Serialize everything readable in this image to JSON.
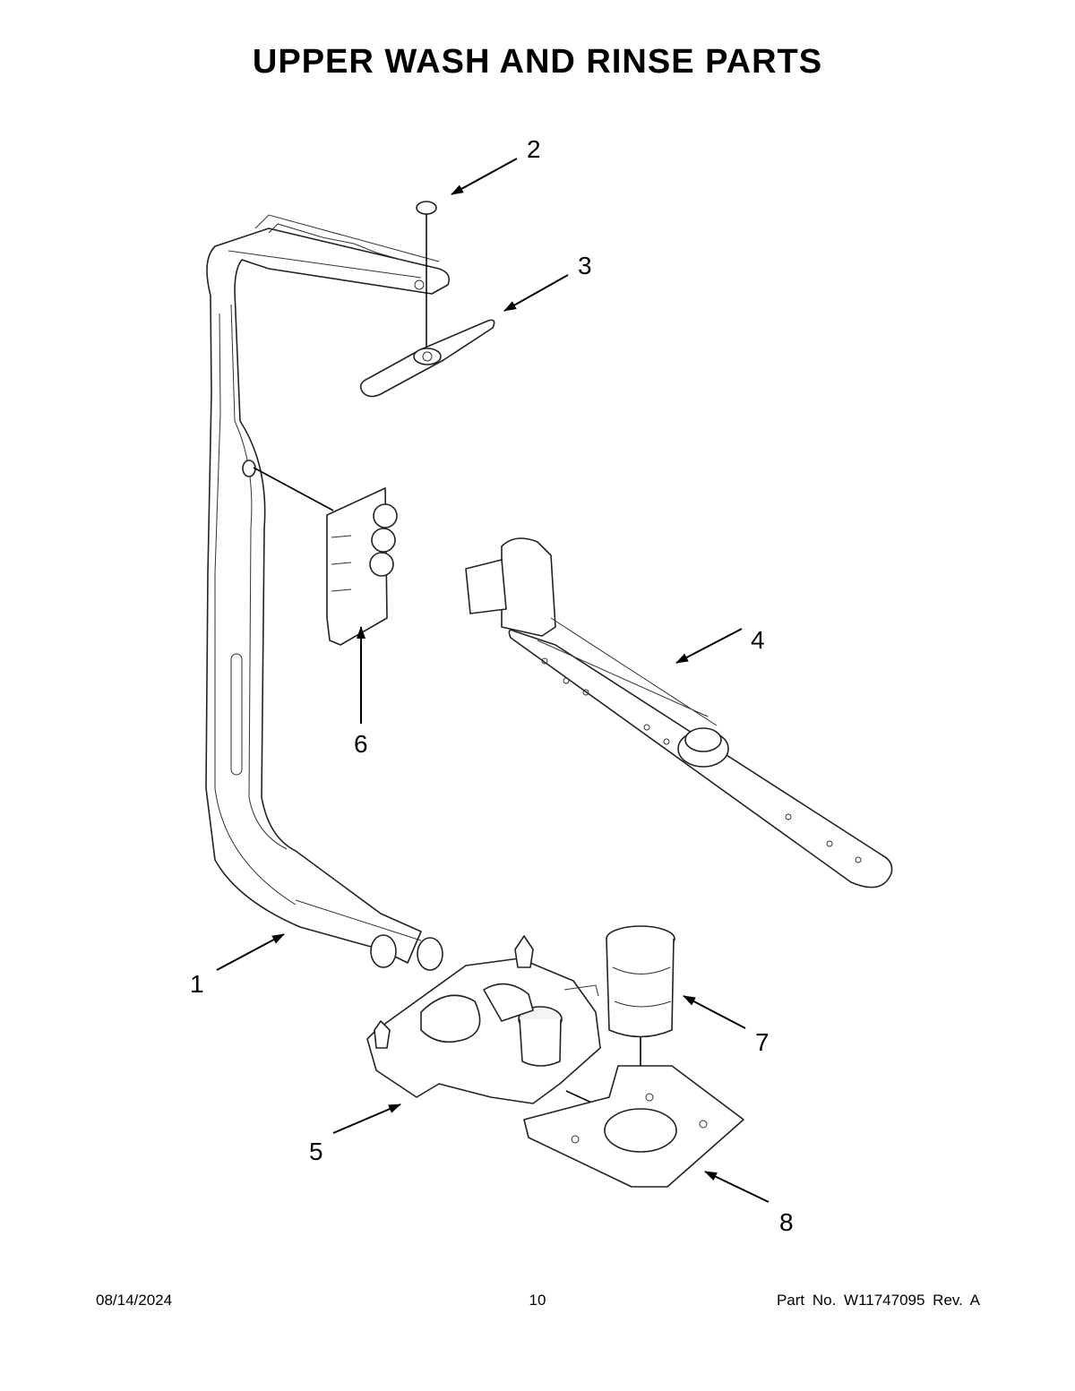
{
  "title": "UPPER WASH AND RINSE PARTS",
  "callouts": [
    "1",
    "2",
    "3",
    "4",
    "5",
    "6",
    "7",
    "8"
  ],
  "footer": {
    "date": "08/14/2024",
    "page_number": "10",
    "part_info": "Part No.  W11747095  Rev.  A"
  }
}
